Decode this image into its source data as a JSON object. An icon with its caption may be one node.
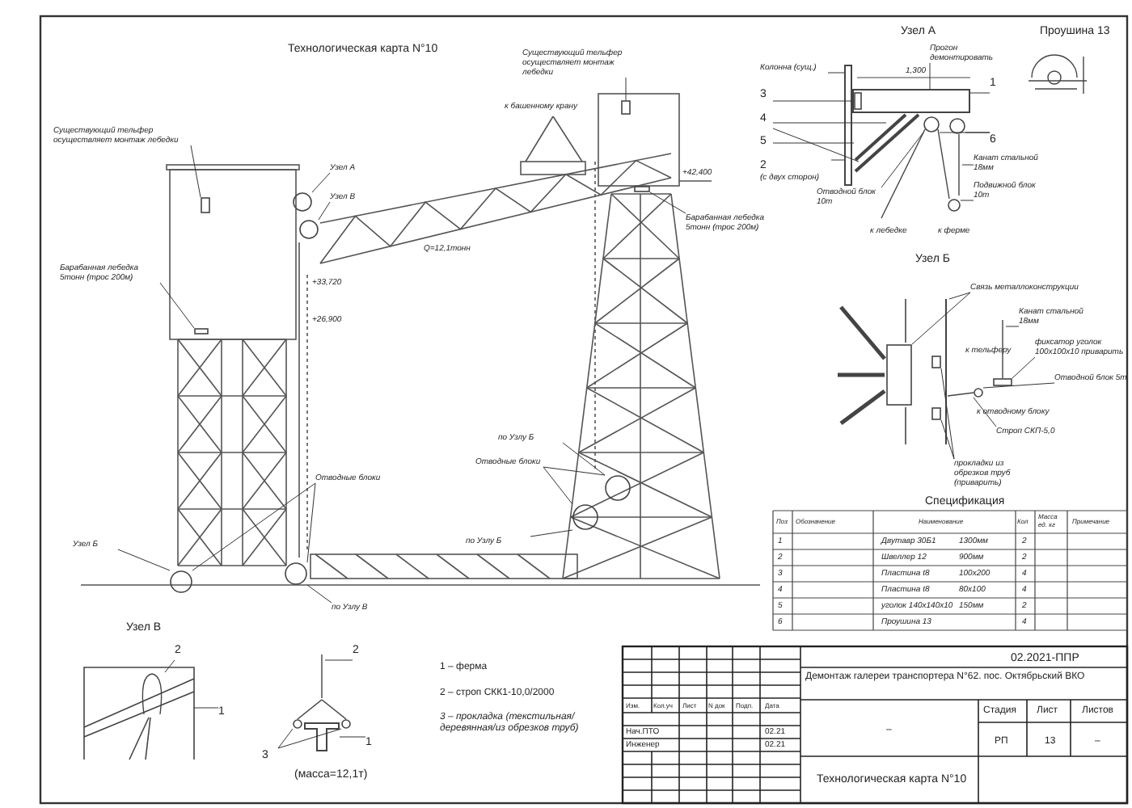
{
  "diagram": {
    "title": "Технологическая карта N°10",
    "nodes": [
      {
        "text": [
          "Существующий тельфер осуществляет монтаж лебедки"
        ]
      },
      {
        "text": [
          "Барабанная лебедка 5тонн (трос 200м)"
        ]
      },
      {
        "text": [
          "Узел А"
        ]
      },
      {
        "text": [
          "Узел В"
        ]
      },
      {
        "text": [
          "Узел Б"
        ]
      },
      {
        "text": [
          "Отводные блоки"
        ]
      },
      {
        "text": [
          "по Узлу В"
        ]
      },
      {
        "text": [
          "Существующий тельфер осуществляет монтаж лебедки"
        ]
      },
      {
        "text": [
          "Барабанная лебедка 5тонн (трос 200м)"
        ]
      },
      {
        "text": [
          "по Узлу Б"
        ]
      },
      {
        "text": [
          "Отводные блоки"
        ]
      },
      {
        "text": [
          "по Узлу Б"
        ]
      },
      {
        "text": [
          "Колонна (сущ.)"
        ]
      },
      {
        "text": [
          "Прогон демонтировать"
        ]
      },
      {
        "text": [
          "3"
        ]
      },
      {
        "text": [
          "4"
        ]
      },
      {
        "text": [
          "5"
        ]
      },
      {
        "text": [
          "2",
          "(с двух сторон)"
        ]
      },
      {
        "text": [
          "1"
        ]
      },
      {
        "text": [
          "6"
        ]
      },
      {
        "text": [
          "Канат стальной 18мм"
        ]
      },
      {
        "text": [
          "Отводной блок 10т"
        ]
      },
      {
        "text": [
          "Подвижной блок 10т"
        ]
      },
      {
        "text": [
          "Связь металлоконструкции"
        ]
      },
      {
        "text": [
          "Канат стальной 18мм"
        ]
      },
      {
        "text": [
          "фиксатор уголок 100х100х10 приварить"
        ]
      },
      {
        "text": [
          "Отводной блок 5т"
        ]
      },
      {
        "text": [
          "Строп СКП-5,0"
        ]
      },
      {
        "text": [
          "прокладки из обрезков труб (приварить)"
        ]
      },
      {
        "text": [
          "2"
        ]
      },
      {
        "text": [
          "1"
        ]
      },
      {
        "text": [
          "2"
        ]
      },
      {
        "text": [
          "3"
        ]
      },
      {
        "text": [
          "1"
        ]
      },
      {
        "text": [],
        "shape": "circle"
      },
      {
        "text": [],
        "shape": "circle"
      },
      {
        "text": [],
        "shape": "circle"
      },
      {
        "text": [],
        "shape": "circle"
      },
      {
        "text": [],
        "shape": "circle"
      },
      {
        "text": [],
        "shape": "circle"
      },
      {
        "text": [],
        "shape": "box"
      },
      {
        "text": [],
        "shape": "box"
      },
      {
        "text": [],
        "shape": "box"
      },
      {
        "text": [],
        "shape": "box"
      },
      {
        "text": [],
        "shape": "bar"
      },
      {
        "text": [],
        "shape": "bar"
      },
      {
        "text": [],
        "shape": "box",
        "in": 45
      },
      {
        "text": [],
        "shape": "bar"
      },
      {
        "text": [],
        "shape": "circle"
      },
      {
        "text": [],
        "shape": "circle"
      },
      {
        "text": [],
        "shape": "line"
      },
      {
        "text": [],
        "shape": "circle"
      },
      {
        "text": [],
        "shape": "box"
      },
      {
        "text": [],
        "shape": "bar"
      },
      {
        "text": [],
        "shape": "line"
      },
      {
        "text": [],
        "shape": "box"
      },
      {
        "text": [],
        "shape": "circle"
      },
      {
        "text": [],
        "shape": "line"
      },
      {
        "text": [],
        "shape": "box"
      },
      {
        "text": [],
        "shape": "box"
      },
      {
        "text": [],
        "shape": "line"
      },
      {
        "text": [],
        "shape": "bar"
      },
      {
        "text": [],
        "shape": "line"
      },
      {
        "text": [],
        "shape": "circle"
      },
      {
        "text": [],
        "shape": "circle"
      },
      {
        "text": [],
        "shape": "bar"
      }
    ],
    "edges": [
      {
        "from": 0,
        "to": 40,
        "arrow": "none"
      },
      {
        "from": 1,
        "to": 41,
        "arrow": "none"
      },
      {
        "from": 2,
        "to": 34,
        "arrow": "none"
      },
      {
        "from": 3,
        "to": 35,
        "arrow": "none"
      },
      {
        "from": 4,
        "to": 36,
        "arrow": "none"
      },
      {
        "from": 5,
        "to": 36,
        "arrow": "none"
      },
      {
        "from": 5,
        "to": 37,
        "arrow": "none"
      },
      {
        "from": 6,
        "to": 37,
        "arrow": "none"
      },
      {
        "from": 7,
        "to": 42,
        "arrow": "none"
      },
      {
        "from": 8,
        "to": 43,
        "arrow": "none"
      },
      {
        "from": 9,
        "to": 38,
        "arrow": "none"
      },
      {
        "from": 10,
        "to": 38,
        "arrow": "none"
      },
      {
        "from": 10,
        "to": 39,
        "arrow": "none"
      },
      {
        "from": 11,
        "to": 39,
        "arrow": "none"
      },
      {
        "from": 12,
        "to": 44,
        "arrow": "none"
      },
      {
        "from": 13,
        "to": 45,
        "arrow": "none"
      },
      {
        "from": 14,
        "to": 46,
        "arrow": "none"
      },
      {
        "from": 15,
        "to": 47,
        "arrow": "none"
      },
      {
        "from": 15,
        "to": 47,
        "arrow": "none"
      },
      {
        "from": 16,
        "to": 47,
        "arrow": "none"
      },
      {
        "from": 17,
        "to": 44,
        "arrow": "none"
      },
      {
        "from": 18,
        "to": 45,
        "arrow": "none"
      },
      {
        "from": 19,
        "to": 48,
        "arrow": "none"
      },
      {
        "from": 19,
        "to": 49,
        "arrow": "none"
      },
      {
        "from": 20,
        "to": 50,
        "arrow": "none"
      },
      {
        "from": 21,
        "to": 48,
        "arrow": "none"
      },
      {
        "from": 22,
        "to": 51,
        "arrow": "none"
      },
      {
        "from": 23,
        "to": 52,
        "arrow": "none"
      },
      {
        "from": 23,
        "to": 53,
        "arrow": "none"
      },
      {
        "from": 24,
        "to": 54,
        "arrow": "none"
      },
      {
        "from": 25,
        "to": 55,
        "arrow": "none"
      },
      {
        "from": 26,
        "to": 56,
        "arrow": "none"
      },
      {
        "from": 27,
        "to": 57,
        "arrow": "none"
      },
      {
        "from": 28,
        "to": 58,
        "arrow": "none"
      },
      {
        "from": 28,
        "to": 59,
        "arrow": "none"
      },
      {
        "from": 29,
        "to": 60,
        "arrow": "none"
      },
      {
        "from": 30,
        "to": 61,
        "arrow": "none"
      },
      {
        "from": 31,
        "to": 62,
        "arrow": "none"
      },
      {
        "from": 32,
        "to": 63,
        "arrow": "none"
      },
      {
        "from": 32,
        "to": 64,
        "arrow": "none"
      },
      {
        "from": 33,
        "to": 65,
        "arrow": "none"
      }
    ],
    "labels": [
      "Узел А",
      "Проушина 13",
      "1,300",
      "к башенному крану",
      "+42,400",
      "Q=12,1тонн",
      "+33,720",
      "+26,900",
      "к лебедке",
      "к ферме",
      "Узел Б",
      "к тельферу",
      "к отводному блоку",
      "Спецификация",
      "Поз",
      "Обозначение",
      "Наименование",
      "Кол",
      "Масса ед. кг",
      "Примечание",
      "1",
      "Двутавр 30Б1",
      "1300мм",
      "2",
      "2",
      "Швеллер 12",
      "900мм",
      "2",
      "3",
      "Пластина t8",
      "100х200",
      "4",
      "4",
      "Пластина t8",
      "80х100",
      "4",
      "5",
      "уголок 140х140х10",
      "150мм",
      "2",
      "6",
      "Проушина 13",
      "4",
      "02.2021-ППР",
      "Демонтаж галереи транспортера N°62. пос. Октябрьский ВКО",
      "Стадия",
      "Лист",
      "Листов",
      "–",
      "РП",
      "13",
      "–",
      "Технологическая карта N°10",
      "Изм.",
      "Кол.уч",
      "Лист",
      "N док",
      "Подп.",
      "Дата",
      "Нач.ПТО",
      "02.21",
      "Инженер",
      "02.21",
      "Узел В",
      "(масса=12,1т)",
      "1 – ферма",
      "2 – строп СКК1-10,0/2000",
      "3 – прокладка (текстильная/деревянная/из обрезков труб)"
    ]
  }
}
